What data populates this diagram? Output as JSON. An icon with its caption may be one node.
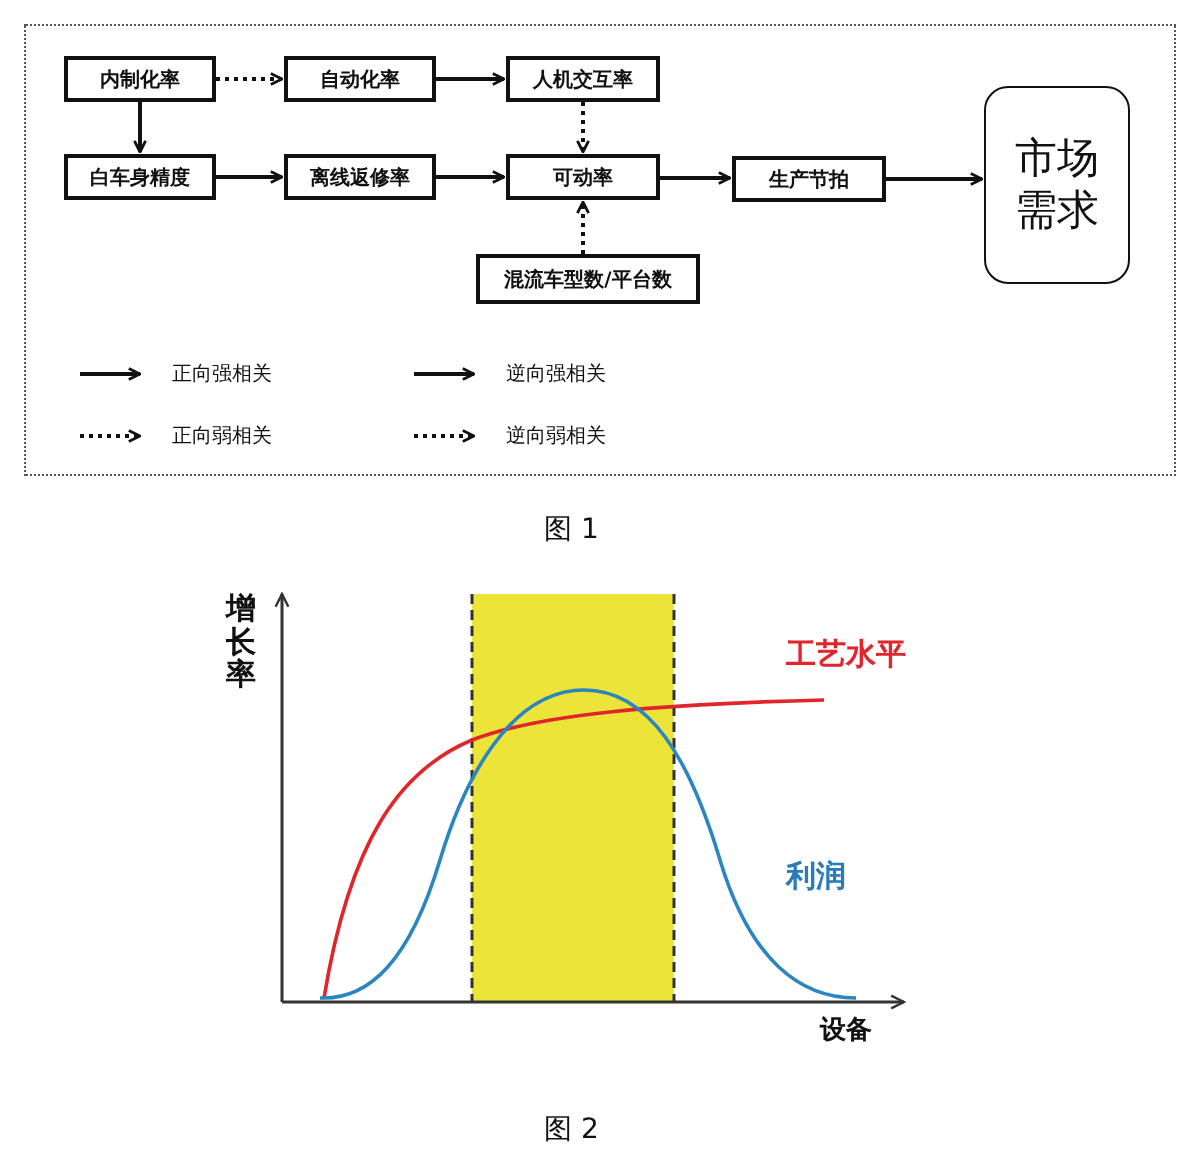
{
  "diagram": {
    "nodes": [
      {
        "text": [
          "内制化率"
        ]
      },
      {
        "text": [
          "自动化率"
        ]
      },
      {
        "text": [
          "人机交互率"
        ]
      },
      {
        "text": [
          "白车身精度"
        ]
      },
      {
        "text": [
          "离线返修率"
        ]
      },
      {
        "text": [
          "可动率"
        ]
      },
      {
        "text": [
          "生产节拍"
        ]
      },
      {
        "text": [
          "混流车型数/平台数"
        ]
      },
      {
        "text": [
          "市场需求"
        ]
      }
    ],
    "edges": [
      {
        "from": 0,
        "to": 1,
        "arrow": "to",
        "style": "dashed"
      },
      {
        "from": 1,
        "to": 2,
        "arrow": "to"
      },
      {
        "from": 0,
        "to": 3,
        "arrow": "to"
      },
      {
        "from": 2,
        "to": 5,
        "arrow": "to",
        "style": "dashed"
      },
      {
        "from": 3,
        "to": 4,
        "arrow": "to"
      },
      {
        "from": 4,
        "to": 5,
        "arrow": "to"
      },
      {
        "from": 5,
        "to": 6,
        "arrow": "to"
      },
      {
        "from": 7,
        "to": 5,
        "arrow": "to",
        "style": "dashed"
      },
      {
        "from": 6,
        "to": 8,
        "arrow": "to"
      }
    ],
    "legend": [
      {
        "text": "正向强相关"
      },
      {
        "text": "逆向强相关"
      },
      {
        "text": "正向弱相关"
      },
      {
        "text": "逆向弱相关"
      }
    ],
    "labels": [
      "图 1",
      "增长率",
      "工艺水平",
      "利润",
      "设备",
      "图 2"
    ]
  }
}
